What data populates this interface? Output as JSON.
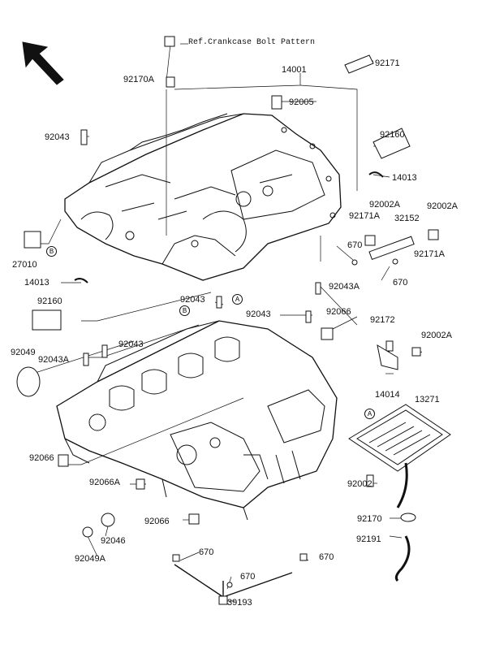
{
  "diagram": {
    "reference_note": "Ref.Crankcase Bolt Pattern",
    "callouts": {
      "a": "A",
      "b": "B"
    },
    "parts": {
      "p14001": "14001",
      "p92005": "92005",
      "p92170A": "92170A",
      "p92171": "92171",
      "p92043_top": "92043",
      "p92160_top": "92160",
      "p14013_top": "14013",
      "p92002A_1": "92002A",
      "p92002A_2": "92002A",
      "p92171A_1": "92171A",
      "p92171A_2": "92171A",
      "p32152": "32152",
      "p670_a": "670",
      "p670_b": "670",
      "p27010": "27010",
      "p14013_left": "14013",
      "p92160_left": "92160",
      "p92049": "92049",
      "p92043A_left": "92043A",
      "p92043_left": "92043",
      "p92043_mid": "92043",
      "p92043_mid2": "92043",
      "p92043A_right": "92043A",
      "p92066_right": "92066",
      "p92172": "92172",
      "p92002A_3": "92002A",
      "p14014": "14014",
      "p13271": "13271",
      "p92066_left": "92066",
      "p92066A": "92066A",
      "p92066_bottom": "92066",
      "p92046": "92046",
      "p92049A": "92049A",
      "p92002": "92002",
      "p92170": "92170",
      "p92191": "92191",
      "p670_c": "670",
      "p670_d": "670",
      "p670_e": "670",
      "p39193": "39193"
    }
  }
}
